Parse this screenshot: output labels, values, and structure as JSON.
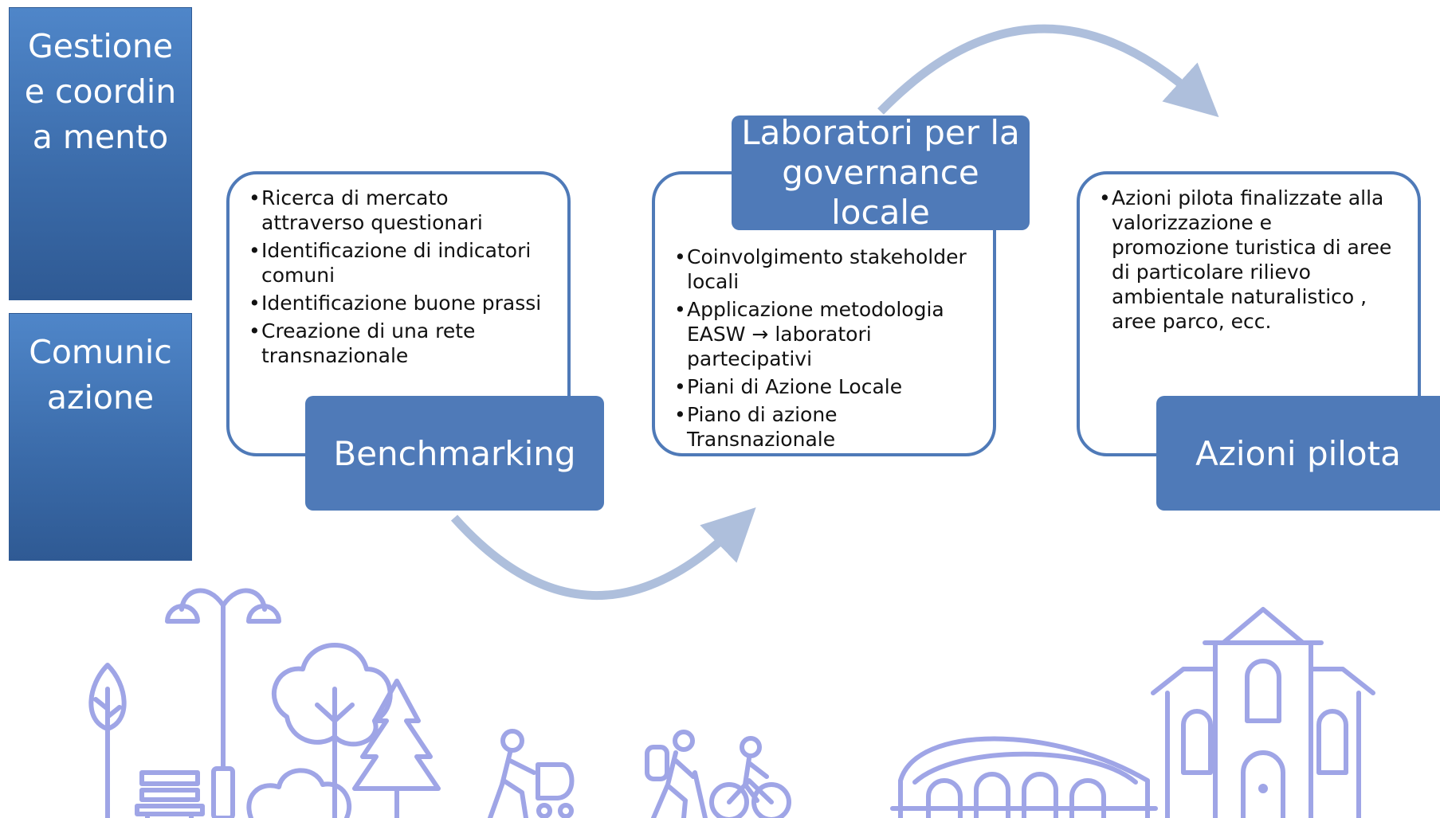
{
  "sidebar": {
    "gestione": "Gestione e coordina mento",
    "comunicazione": "Comunic azione"
  },
  "steps": [
    {
      "label": "Benchmarking",
      "items": [
        "Ricerca di mercato attraverso questionari",
        "Identificazione di indicatori comuni",
        "Identificazione buone prassi",
        "Creazione di una rete transnazionale"
      ]
    },
    {
      "label": "Laboratori per la governance locale",
      "items": [
        "Coinvolgimento stakeholder locali",
        "Applicazione metodologia EASW → laboratori partecipativi",
        "Piani di Azione Locale",
        "Piano di azione Transnazionale"
      ]
    },
    {
      "label": "Azioni pilota",
      "items": [
        "Azioni pilota finalizzate alla valorizzazione e promozione turistica di aree di particolare rilievo ambientale naturalistico , aree parco, ecc."
      ]
    }
  ],
  "colors": {
    "sidebar": "#3a6aa8",
    "label": "#4f7ab8",
    "arrow": "#aebfdc",
    "illustration": "#9fa5e6"
  }
}
